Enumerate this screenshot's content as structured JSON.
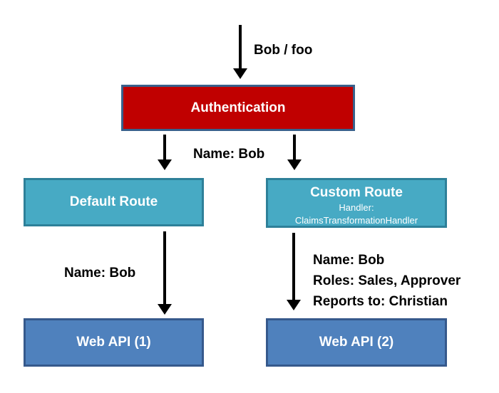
{
  "diagram": {
    "credentials_label": "Bob / foo",
    "auth_box_title": "Authentication",
    "claim_after_auth": "Name: Bob",
    "default_route": {
      "title": "Default Route"
    },
    "custom_route": {
      "title": "Custom Route",
      "handler_label": "Handler:",
      "handler_name": "ClaimsTransformationHandler"
    },
    "claim_default_route": "Name: Bob",
    "claims_custom_route": [
      "Name: Bob",
      "Roles: Sales, Approver",
      "Reports to: Christian"
    ],
    "web_api_1_title": "Web API (1)",
    "web_api_2_title": "Web API (2)",
    "colors": {
      "auth_fill": "#C00000",
      "auth_border": "#38618C",
      "route_fill": "#47AAC4",
      "route_border": "#2E8099",
      "api_fill": "#4F81BD",
      "api_border": "#36598C",
      "arrow": "#000000",
      "label_text": "#000000",
      "box_text": "#FFFFFF"
    }
  }
}
